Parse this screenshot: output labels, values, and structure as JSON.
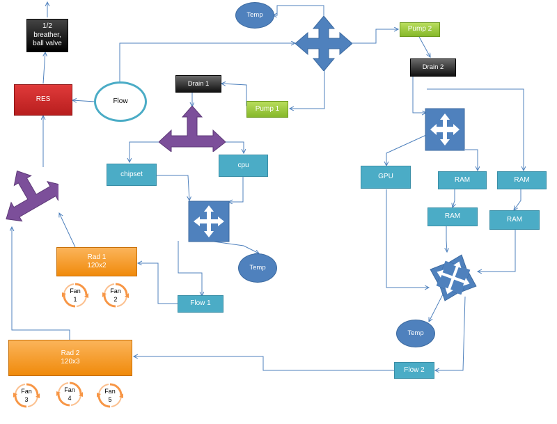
{
  "colors": {
    "line": "#4f81bd",
    "blue_shape": "#4f81bd",
    "purple_shape": "#7c4f9a",
    "teal_box": "#4bacc6",
    "fan_ring": "#f79646"
  },
  "nodes": {
    "breather": "1/2\nbreather,\nball valve",
    "res": "RES",
    "flow": "Flow",
    "temp_top": "Temp",
    "pump2": "Pump 2",
    "drain2": "Drain 2",
    "drain1": "Drain 1",
    "pump1": "Pump 1",
    "chipset": "chipset",
    "cpu": "cpu",
    "temp_mid": "Temp",
    "flow1": "Flow 1",
    "rad1": "Rad 1\n120x2",
    "rad2": "Rad 2\n120x3",
    "gpu": "GPU",
    "ram1": "RAM",
    "ram2": "RAM",
    "ram3": "RAM",
    "ram4": "RAM",
    "temp_right": "Temp",
    "flow2": "Flow 2"
  },
  "fans": [
    {
      "label": "Fan\n1"
    },
    {
      "label": "Fan\n2"
    },
    {
      "label": "Fan\n3"
    },
    {
      "label": "Fan\n4"
    },
    {
      "label": "Fan\n5"
    }
  ],
  "shapes": {
    "splitter_top": "four-way-arrow-icon",
    "splitter_right_top": "four-way-arrow-icon",
    "splitter_right_bottom": "four-way-arrow-icon",
    "splitter_mid": "four-way-arrow-icon",
    "splitter_purple_top": "three-way-arrow-icon",
    "splitter_purple_left": "three-way-arrow-icon"
  }
}
